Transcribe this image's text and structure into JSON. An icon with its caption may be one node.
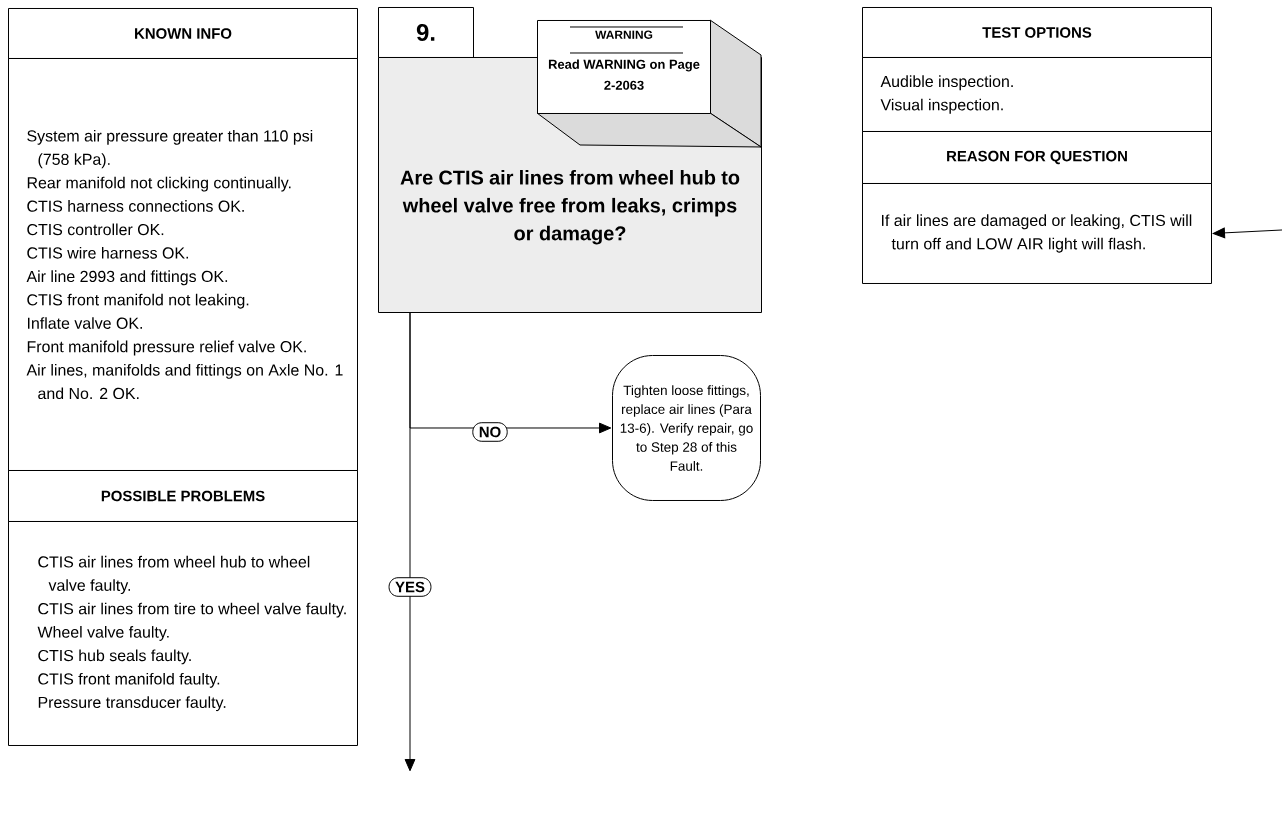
{
  "diagram": {
    "nodes": [
      {
        "text": [
          "KNOWN INFO"
        ]
      },
      {
        "text": [
          "System air pressure greater than 110 psi (758 kPa).",
          "Rear manifold not clicking continually.",
          "CTIS harness connections OK.",
          "CTIS controller OK.",
          "CTIS wire harness OK.",
          "Air line 2993 and fittings OK.",
          "CTIS front manifold not leaking.",
          "Inflate valve OK.",
          "Front manifold pressure relief valve OK.",
          "Air lines, manifolds and fittings on Axle No. 1 and No. 2 OK."
        ]
      },
      {
        "text": [
          "POSSIBLE PROBLEMS"
        ]
      },
      {
        "text": [
          "CTIS air lines from wheel hub to wheel valve faulty.",
          "CTIS air lines from tire to wheel valve faulty.",
          "Wheel valve faulty.",
          "CTIS hub seals faulty.",
          "CTIS front manifold faulty.",
          "Pressure transducer faulty."
        ]
      },
      {
        "text": [
          "9."
        ]
      },
      {
        "text": [
          "Are CTIS air lines from wheel hub to wheel valve free from leaks, crimps or damage?"
        ]
      },
      {
        "text": [
          "WARNING",
          "Read WARNING on Page 2-2063"
        ]
      },
      {
        "text": [
          "TEST OPTIONS"
        ]
      },
      {
        "text": [
          "Audible inspection.",
          "Visual inspection."
        ]
      },
      {
        "text": [
          "REASON FOR QUESTION"
        ]
      },
      {
        "text": [
          "If air lines are damaged or leaking, CTIS will turn off and LOW AIR light will flash."
        ]
      },
      {
        "text": [
          "Tighten loose fittings, replace air lines (Para 13-6). Verify repair, go to Step 28 of this Fault."
        ]
      }
    ],
    "edges": [
      {
        "from": 5,
        "to": 11,
        "arrow": "to",
        "label": "NO"
      },
      {
        "from": 5,
        "to": null,
        "arrow": "to",
        "label": "YES"
      },
      {
        "from": null,
        "to": 10,
        "arrow": "to"
      }
    ]
  }
}
